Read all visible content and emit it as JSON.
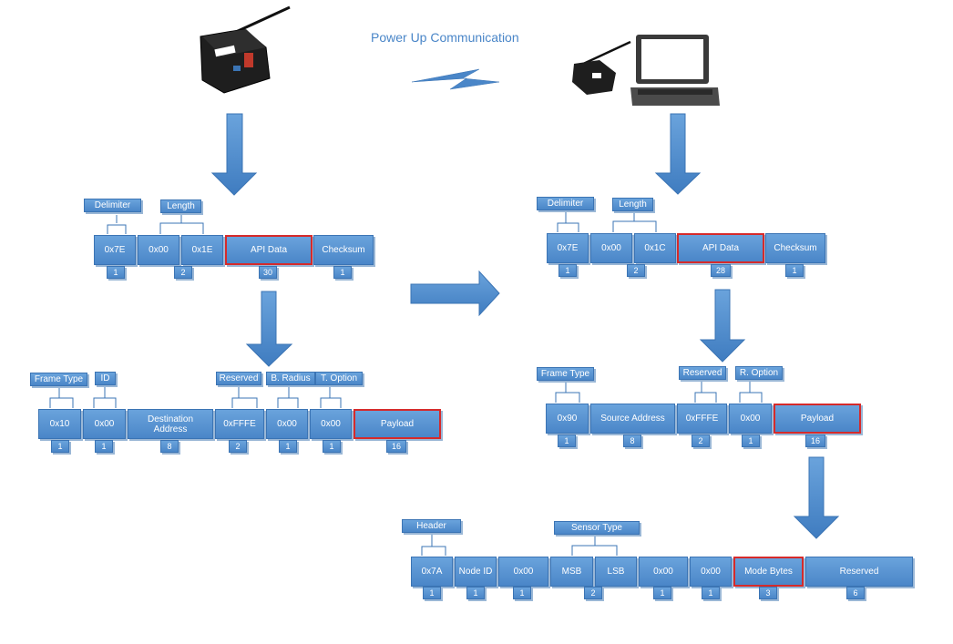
{
  "title": "Power Up Communication",
  "colors": {
    "box": "#4a86c8",
    "highlight": "#d62a2a",
    "arrow": "#4a86c8",
    "bracket": "#3b74b4"
  },
  "left_frame": {
    "labels": [
      "Delimiter",
      "Length"
    ],
    "cells": [
      "0x7E",
      "0x00",
      "0x1E",
      "API Data",
      "Checksum"
    ],
    "sizes": [
      "1",
      "2",
      "30",
      "1"
    ]
  },
  "left_api": {
    "labels": [
      "Frame Type",
      "ID",
      "Reserved",
      "B. Radius",
      "T. Option"
    ],
    "cells": [
      "0x10",
      "0x00",
      "Destination Address",
      "0xFFFE",
      "0x00",
      "0x00",
      "Payload"
    ],
    "sizes": [
      "1",
      "1",
      "8",
      "2",
      "1",
      "1",
      "16"
    ]
  },
  "right_frame": {
    "labels": [
      "Delimiter",
      "Length"
    ],
    "cells": [
      "0x7E",
      "0x00",
      "0x1C",
      "API Data",
      "Checksum"
    ],
    "sizes": [
      "1",
      "2",
      "28",
      "1"
    ]
  },
  "right_api": {
    "labels": [
      "Frame Type",
      "Reserved",
      "R. Option"
    ],
    "cells": [
      "0x90",
      "Source Address",
      "0xFFFE",
      "0x00",
      "Payload"
    ],
    "sizes": [
      "1",
      "8",
      "2",
      "1",
      "16"
    ]
  },
  "payload": {
    "labels": [
      "Header",
      "Sensor Type"
    ],
    "cells": [
      "0x7A",
      "Node ID",
      "0x00",
      "MSB",
      "LSB",
      "0x00",
      "0x00",
      "Mode Bytes",
      "Reserved"
    ],
    "sizes": [
      "1",
      "1",
      "1",
      "2",
      "1",
      "1",
      "3",
      "6"
    ]
  }
}
